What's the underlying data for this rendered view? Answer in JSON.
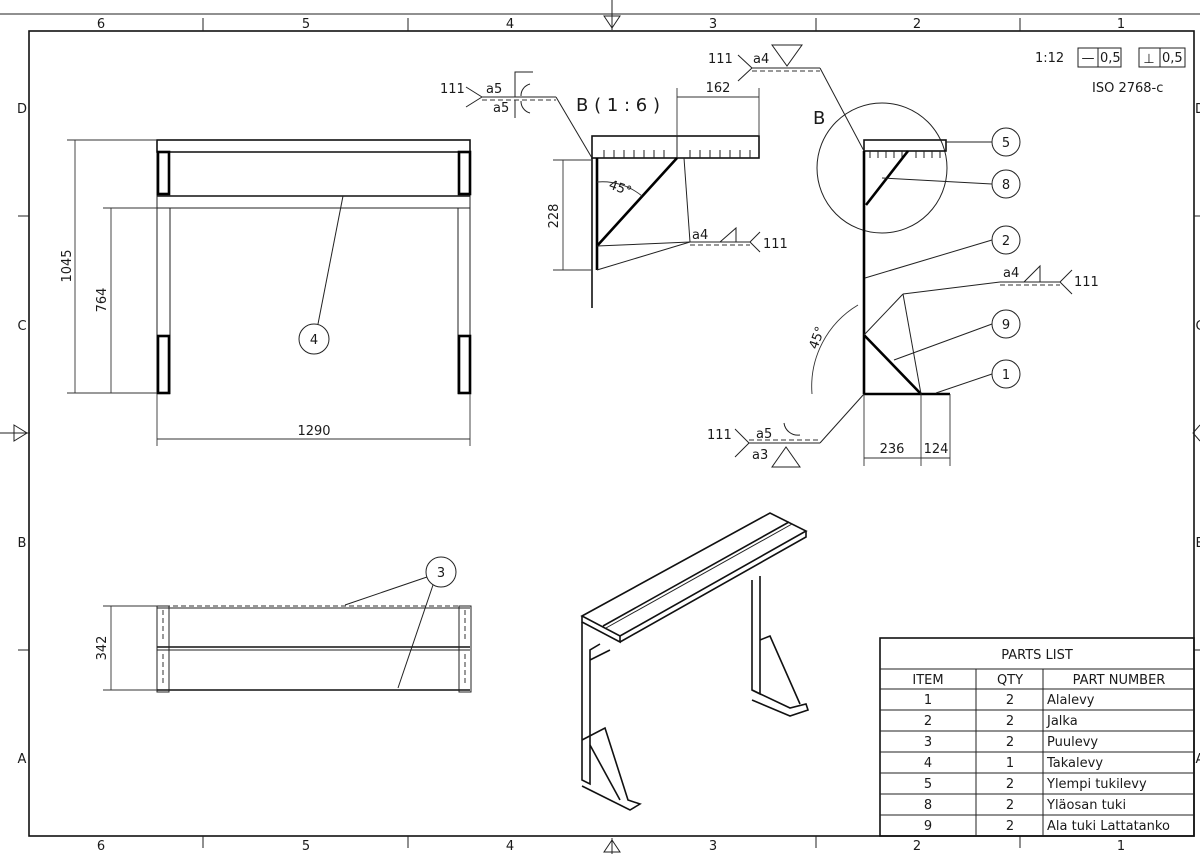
{
  "title_block": {
    "scale": "1:12",
    "flatness_symbol": "—",
    "flatness_value": "0,5",
    "perp_symbol": "⊥",
    "perp_value": "0,5",
    "standard": "ISO 2768-c"
  },
  "zones": {
    "columns_top": [
      "6",
      "5",
      "4",
      "3",
      "2",
      "1"
    ],
    "columns_bottom": [
      "6",
      "5",
      "4",
      "3",
      "2",
      "1"
    ],
    "rows_left": [
      "D",
      "C",
      "B",
      "A"
    ],
    "rows_right": [
      "D",
      "C",
      "B",
      "A"
    ]
  },
  "front_view": {
    "dim_overall_height": "1045",
    "dim_inner_height": "764",
    "dim_width": "1290",
    "balloon": "4"
  },
  "top_view": {
    "dim_depth": "342",
    "balloon": "3"
  },
  "detail_b": {
    "title": "B ( 1 : 6 )",
    "dim_top": "162",
    "dim_height": "228",
    "angle": "45°",
    "weld_top": {
      "process": "111",
      "size1": "a5",
      "size2": "a5"
    },
    "weld_right": {
      "process": "111",
      "size": "a4"
    }
  },
  "side_view": {
    "detail_label": "B",
    "angle": "45°",
    "dim_base_left": "236",
    "dim_base_right": "124",
    "weld_top": {
      "process": "111",
      "size": "a4"
    },
    "weld_mid": {
      "process": "111",
      "size": "a4"
    },
    "weld_bottom": {
      "process": "111",
      "size1": "a5",
      "size2": "a3"
    },
    "balloons": [
      "5",
      "8",
      "2",
      "9",
      "1"
    ]
  },
  "parts_list": {
    "title": "PARTS LIST",
    "headers": [
      "ITEM",
      "QTY",
      "PART NUMBER"
    ],
    "rows": [
      {
        "item": "1",
        "qty": "2",
        "part": "Alalevy"
      },
      {
        "item": "2",
        "qty": "2",
        "part": "Jalka"
      },
      {
        "item": "3",
        "qty": "2",
        "part": "Puulevy"
      },
      {
        "item": "4",
        "qty": "1",
        "part": "Takalevy"
      },
      {
        "item": "5",
        "qty": "2",
        "part": "Ylempi tukilevy"
      },
      {
        "item": "8",
        "qty": "2",
        "part": "Yläosan tuki"
      },
      {
        "item": "9",
        "qty": "2",
        "part": "Ala tuki Lattatanko"
      }
    ]
  }
}
